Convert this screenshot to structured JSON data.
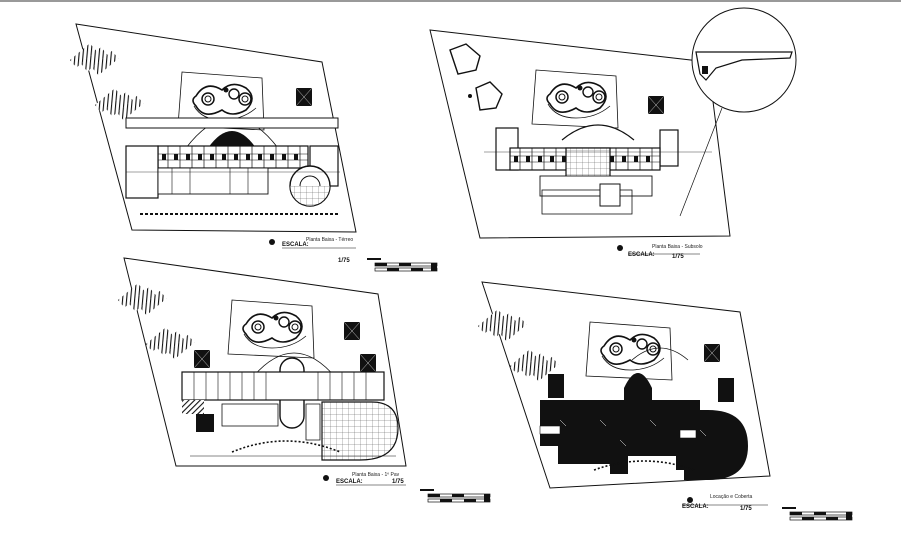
{
  "sheet": {
    "plans": [
      {
        "title": "Planta Baixa - Térreo",
        "scale_label": "ESCALA:",
        "scale_value": "1/75"
      },
      {
        "title": "Planta Baixa - Subsolo",
        "scale_label": "ESCALA:",
        "scale_value": "1/75"
      },
      {
        "title": "Planta Baixa - 1º Pav",
        "scale_label": "ESCALA:",
        "scale_value": "1/75"
      },
      {
        "title": "Locação e Coberta",
        "scale_label": "ESCALA:",
        "scale_value": "1/75"
      }
    ]
  }
}
